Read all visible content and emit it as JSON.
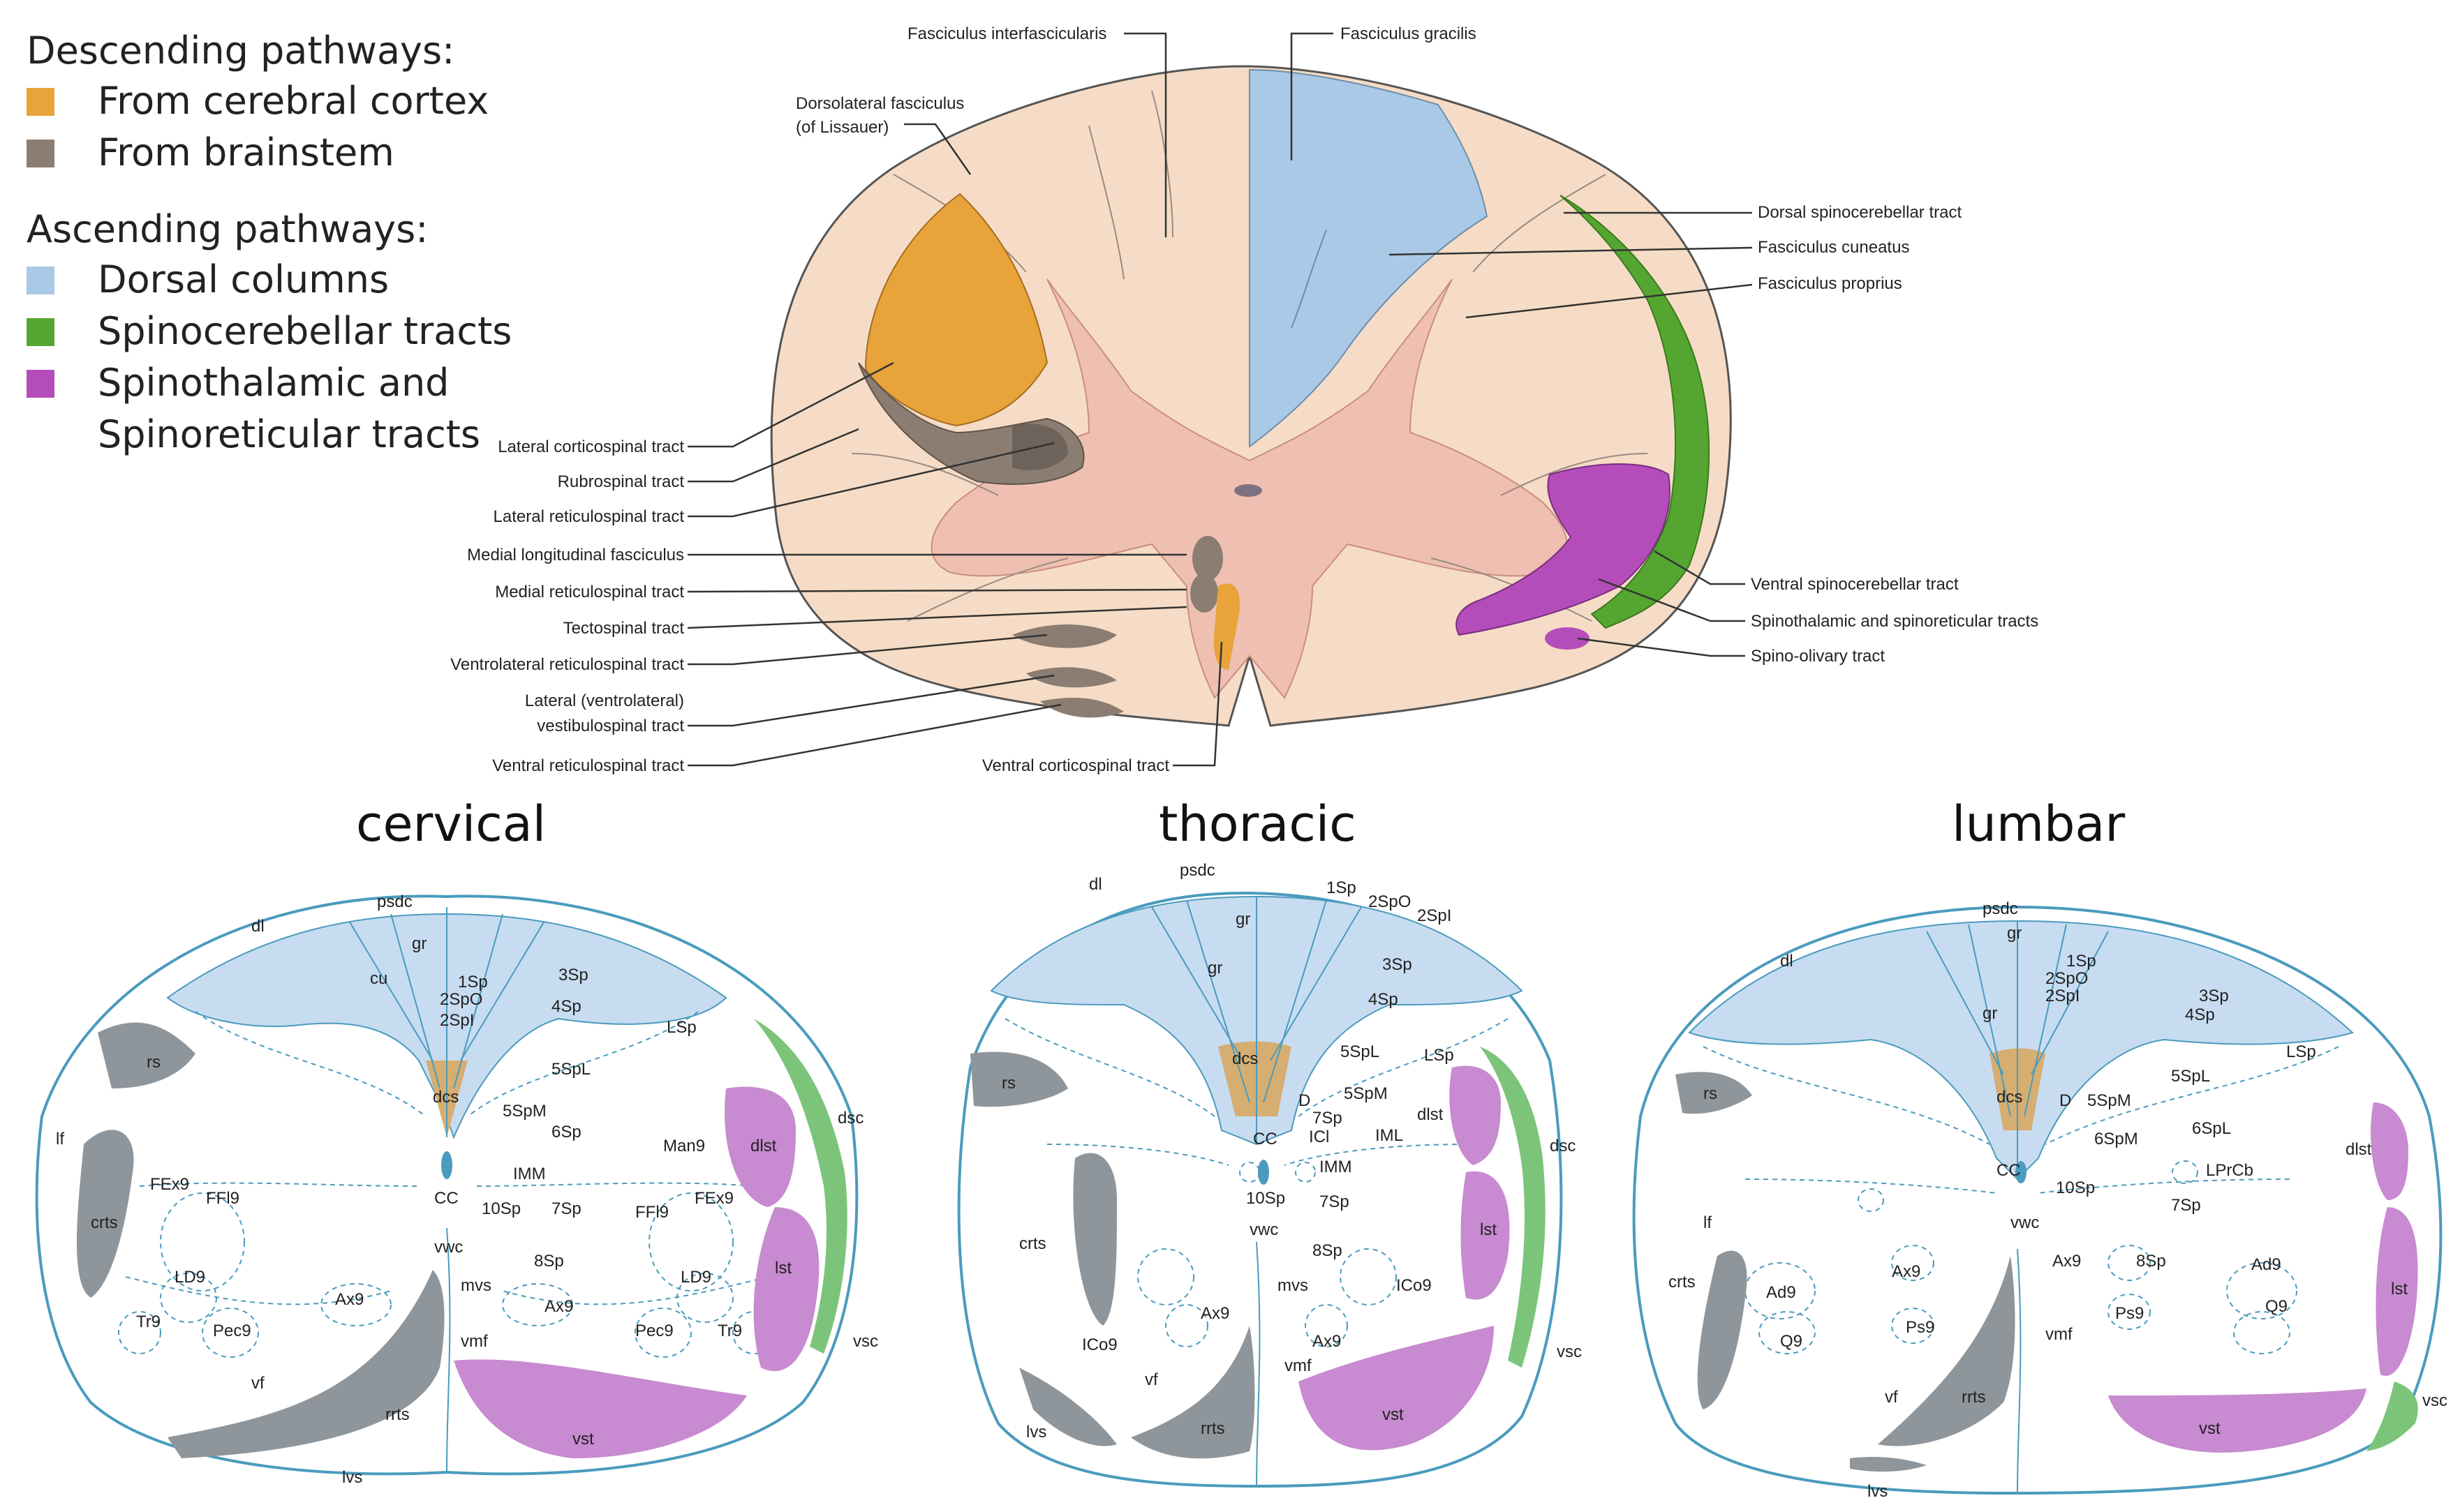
{
  "colors": {
    "cortex": "#e8a33a",
    "brainstem": "#8b7d72",
    "dorsal": "#a9c9e6",
    "spinocerebellar": "#55a630",
    "spinothalamic": "#b44dba",
    "cord_fill": "#f6dcc6",
    "grey_matter": "#efc0b2",
    "section_outline": "#4a9bbd",
    "section_dorsal": "#c7dcf1",
    "section_grey": "#8f969b",
    "section_purple": "#c88ad0",
    "section_green": "#7cc47a",
    "section_orange": "#d6ae72"
  },
  "legend": {
    "descending_title": "Descending pathways:",
    "descending": [
      {
        "label": "From cerebral cortex",
        "color": "#e8a33a"
      },
      {
        "label": "From brainstem",
        "color": "#8b7d72"
      }
    ],
    "ascending_title": "Ascending pathways:",
    "ascending": [
      {
        "label": "Dorsal columns",
        "color": "#a9c9e6"
      },
      {
        "label": "Spinocerebellar tracts",
        "color": "#55a630"
      },
      {
        "label": "Spinothalamic and",
        "color": "#b44dba"
      }
    ],
    "ascending_cont": "Spinoreticular tracts"
  },
  "main_labels": {
    "fasciculus_interfascicularis": "Fasciculus interfascicularis",
    "fasciculus_gracilis": "Fasciculus gracilis",
    "dorsolateral_1": "Dorsolateral fasciculus",
    "dorsolateral_2": "(of Lissauer)",
    "dorsal_spinocerebellar": "Dorsal spinocerebellar tract",
    "fasciculus_cuneatus": "Fasciculus cuneatus",
    "fasciculus_proprius": "Fasciculus proprius",
    "lateral_corticospinal": "Lateral corticospinal tract",
    "rubrospinal": "Rubrospinal tract",
    "lateral_reticulospinal": "Lateral reticulospinal tract",
    "medial_longitudinal": "Medial longitudinal fasciculus",
    "medial_reticulospinal": "Medial reticulospinal tract",
    "tectospinal": "Tectospinal tract",
    "ventrolateral_reticulospinal": "Ventrolateral reticulospinal tract",
    "lateral_vestibulospinal_1": "Lateral (ventrolateral)",
    "lateral_vestibulospinal_2": "vestibulospinal tract",
    "ventral_reticulospinal": "Ventral reticulospinal tract",
    "ventral_corticospinal": "Ventral corticospinal tract",
    "ventral_spinocerebellar": "Ventral spinocerebellar tract",
    "spinothalamic": "Spinothalamic and spinoreticular tracts",
    "spino_olivary": "Spino-olivary tract"
  },
  "sections": {
    "cervical_title": "cervical",
    "thoracic_title": "thoracic",
    "lumbar_title": "lumbar"
  },
  "cervical": {
    "psdc": "psdc",
    "dl": "dl",
    "gr": "gr",
    "cu": "cu",
    "1Sp": "1Sp",
    "2SpO": "2SpO",
    "2SpI": "2SpI",
    "3Sp": "3Sp",
    "4Sp": "4Sp",
    "LSp": "LSp",
    "rs": "rs",
    "5SpL": "5SpL",
    "5SpM": "5SpM",
    "6Sp": "6Sp",
    "dcs": "dcs",
    "dsc": "dsc",
    "dlst": "dlst",
    "Man9": "Man9",
    "lf": "lf",
    "FEx9_l": "FEx9",
    "FFl9_l": "FFl9",
    "IMM": "IMM",
    "CC": "CC",
    "10Sp": "10Sp",
    "7Sp": "7Sp",
    "FFl9_r": "FFl9",
    "FEx9_r": "FEx9",
    "lst": "lst",
    "crts": "crts",
    "LD9_l": "LD9",
    "vwc": "vwc",
    "8Sp": "8Sp",
    "LD9_r": "LD9",
    "mvs": "mvs",
    "Ax9_l": "Ax9",
    "Ax9_r": "Ax9",
    "Tr9_l": "Tr9",
    "Pec9_l": "Pec9",
    "vmf": "vmf",
    "Pec9_r": "Pec9",
    "Tr9_r": "Tr9",
    "vsc": "vsc",
    "vf": "vf",
    "rrts": "rrts",
    "vst": "vst",
    "lvs": "lvs"
  },
  "thoracic": {
    "dl": "dl",
    "psdc": "psdc",
    "1Sp": "1Sp",
    "2SpO": "2SpO",
    "2SpI": "2SpI",
    "gr_top": "gr",
    "gr": "gr",
    "3Sp": "3Sp",
    "4Sp": "4Sp",
    "rs": "rs",
    "dcs": "dcs",
    "5SpL": "5SpL",
    "LSp": "LSp",
    "D": "D",
    "5SpM": "5SpM",
    "7Sp_u": "7Sp",
    "ICl": "ICl",
    "IML": "IML",
    "dlst": "dlst",
    "dsc": "dsc",
    "CC": "CC",
    "IMM": "IMM",
    "10Sp": "10Sp",
    "7Sp": "7Sp",
    "crts": "crts",
    "vwc": "vwc",
    "8Sp": "8Sp",
    "lst": "lst",
    "ICo9_r": "ICo9",
    "mvs": "mvs",
    "Ax9_l": "Ax9",
    "ICo9_l": "ICo9",
    "Ax9_r": "Ax9",
    "vsc": "vsc",
    "vf": "vf",
    "vmf": "vmf",
    "lvs": "lvs",
    "rrts": "rrts",
    "vst": "vst"
  },
  "lumbar": {
    "psdc": "psdc",
    "gr_top": "gr",
    "dl": "dl",
    "1Sp": "1Sp",
    "2SpO": "2SpO",
    "2SpI": "2SpI",
    "3Sp": "3Sp",
    "4Sp": "4Sp",
    "gr": "gr",
    "LSp": "LSp",
    "rs": "rs",
    "5SpL": "5SpL",
    "dcs": "dcs",
    "D": "D",
    "5SpM": "5SpM",
    "6SpL": "6SpL",
    "6SpM": "6SpM",
    "dlst": "dlst",
    "CC": "CC",
    "10Sp": "10Sp",
    "LPrCb": "LPrCb",
    "7Sp": "7Sp",
    "lf": "lf",
    "vwc": "vwc",
    "crts": "crts",
    "Ax9_l": "Ax9",
    "Ax9_r": "Ax9",
    "8Sp": "8Sp",
    "Ad9_l": "Ad9",
    "Ad9_r": "Ad9",
    "lst": "lst",
    "Q9_r": "Q9",
    "Ps9_r": "Ps9",
    "vmf": "vmf",
    "Q9_l": "Q9",
    "Ps9_l": "Ps9",
    "vf": "vf",
    "rrts": "rrts",
    "vsc": "vsc",
    "vst": "vst",
    "lvs": "lvs"
  }
}
